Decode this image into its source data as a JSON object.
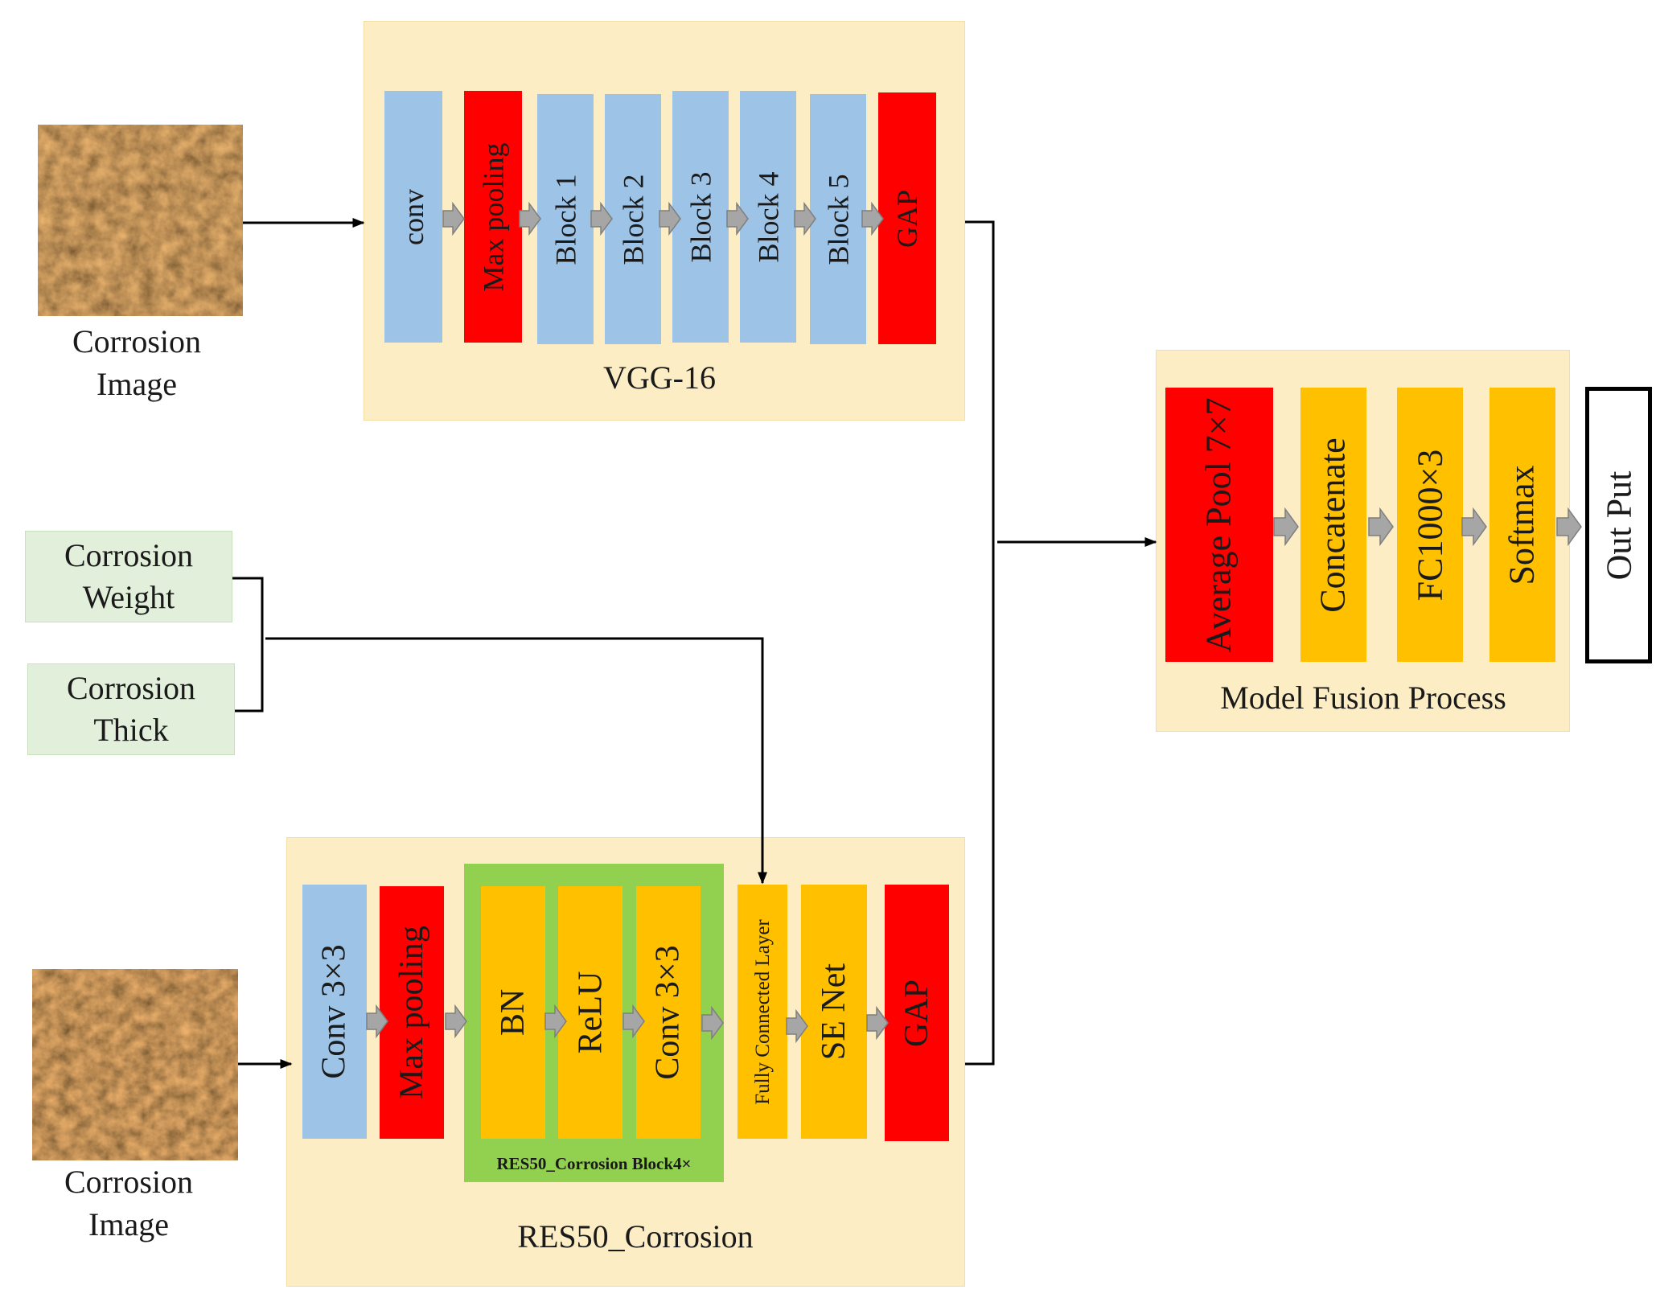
{
  "inputs": {
    "top_image_label": [
      "Corrosion",
      "Image"
    ],
    "bottom_image_label": [
      "Corrosion",
      "Image"
    ],
    "weight": [
      "Corrosion",
      "Weight"
    ],
    "thick": [
      "Corrosion",
      "Thick"
    ]
  },
  "vgg": {
    "title": "VGG-16",
    "blocks": [
      "conv",
      "Max pooling",
      "Block 1",
      "Block 2",
      "Block 3",
      "Block 4",
      "Block 5",
      "GAP"
    ]
  },
  "res": {
    "title": "RES50_Corrosion",
    "pre_blocks": [
      "Conv 3×3",
      "Max pooling"
    ],
    "inner_blocks": [
      "BN",
      "ReLU",
      "Conv 3×3"
    ],
    "inner_caption": "RES50_Corrosion Block4×",
    "post_blocks": [
      "Fully Connected Layer",
      "SE Net",
      "GAP"
    ]
  },
  "fusion": {
    "title": "Model Fusion Process",
    "blocks": [
      "Average Pool 7×7",
      "Concatenate",
      "FC1000×3",
      "Softmax"
    ],
    "output": "Out Put"
  },
  "colors": {
    "panel": "#fcedc4",
    "conv_blue": "#9dc3e6",
    "pool_red": "#ff0000",
    "layer_orange": "#ffc000",
    "block_green": "#92d050",
    "input_green": "#e2efda",
    "arrow_gray": "#a6a6a6"
  }
}
